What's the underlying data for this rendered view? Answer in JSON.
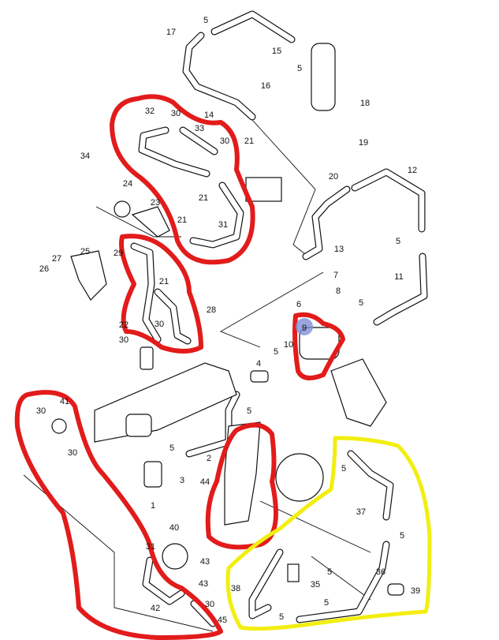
{
  "title": "Turbocharger vacuum / breather hose parts diagram",
  "labels": [
    "5",
    "17",
    "15",
    "5",
    "16",
    "14",
    "32",
    "30",
    "33",
    "30",
    "21",
    "18",
    "19",
    "34",
    "24",
    "23",
    "21",
    "21",
    "31",
    "20",
    "12",
    "13",
    "5",
    "25",
    "27",
    "26",
    "29",
    "21",
    "28",
    "7",
    "11",
    "6",
    "8",
    "5",
    "22",
    "30",
    "30",
    "9",
    "10",
    "4",
    "5",
    "5",
    "30",
    "41",
    "30",
    "5",
    "2",
    "3",
    "1",
    "44",
    "5",
    "37",
    "40",
    "31",
    "43",
    "5",
    "43",
    "36",
    "38",
    "5",
    "35",
    "39",
    "5",
    "42",
    "30",
    "5",
    "45"
  ],
  "highlight_colors": {
    "red": "#e21b1b",
    "yellow": "#f2ee10",
    "blue_marker": "#7f8fd6"
  }
}
